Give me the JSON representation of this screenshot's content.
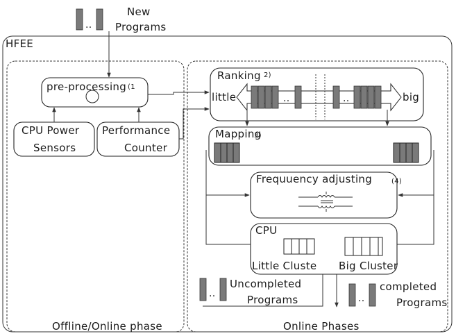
{
  "title": "HFEE",
  "new_programs": {
    "line1": "New",
    "line2": "Programs"
  },
  "offline": {
    "label": "Offline/Online phase",
    "preprocessing": {
      "label": "pre-processing",
      "index": "(1"
    },
    "cpu_power_sensors": {
      "line1": "CPU Power",
      "line2": "Sensors"
    },
    "performance_counter": {
      "line1": "Performance",
      "line2": "Counter"
    }
  },
  "online": {
    "label": "Online Phases",
    "ranking": {
      "label": "Ranking",
      "index": "2)",
      "left": "little",
      "right": "big"
    },
    "mapping": {
      "label": "Mapping",
      "index": "3)"
    },
    "frequency": {
      "label": "Frequuency adjusting",
      "index": "(4)"
    },
    "cpu": {
      "label": "CPU",
      "little": "Little Cluste",
      "big": "Big Cluster"
    },
    "uncompleted": {
      "line1": "Uncompleted",
      "line2": "Programs"
    },
    "completed": {
      "line1": "completed",
      "line2": "Programs"
    },
    "ellipsis": ".."
  }
}
